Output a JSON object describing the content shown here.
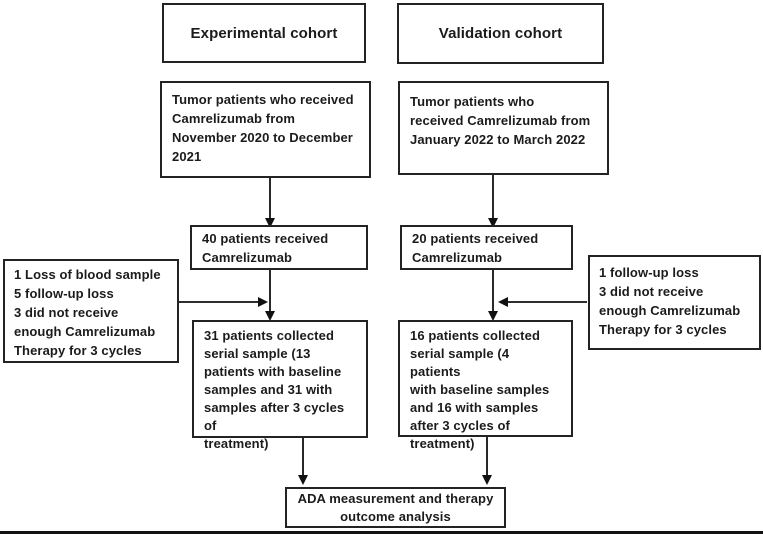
{
  "flowchart": {
    "experimental": {
      "title": "Experimental cohort",
      "source": "Tumor patients who received\nCamrelizumab from\nNovember 2020 to December\n2021",
      "received": "40 patients received\nCamrelizumab",
      "excluded": "1 Loss of blood sample\n5 follow-up loss\n3 did not receive\nenough Camrelizumab\nTherapy for 3 cycles",
      "collected": "31 patients collected\nserial sample (13\npatients with baseline\nsamples and 31 with\nsamples after 3 cycles of\ntreatment)"
    },
    "validation": {
      "title": "Validation cohort",
      "source": "Tumor patients who\nreceived Camrelizumab from\nJanuary 2022 to March 2022",
      "received": "20 patients received\nCamrelizumab",
      "excluded": "1 follow-up loss\n3 did not receive\nenough Camrelizumab\nTherapy for 3 cycles",
      "collected": "16 patients collected\nserial sample (4 patients\nwith baseline samples\nand 16 with samples\nafter 3 cycles of\ntreatment)"
    },
    "outcome": "ADA measurement and therapy\noutcome analysis",
    "colors": {
      "border": "#232323",
      "text": "#1b1b1b",
      "arrow": "#111111",
      "background": "#ffffff"
    }
  }
}
